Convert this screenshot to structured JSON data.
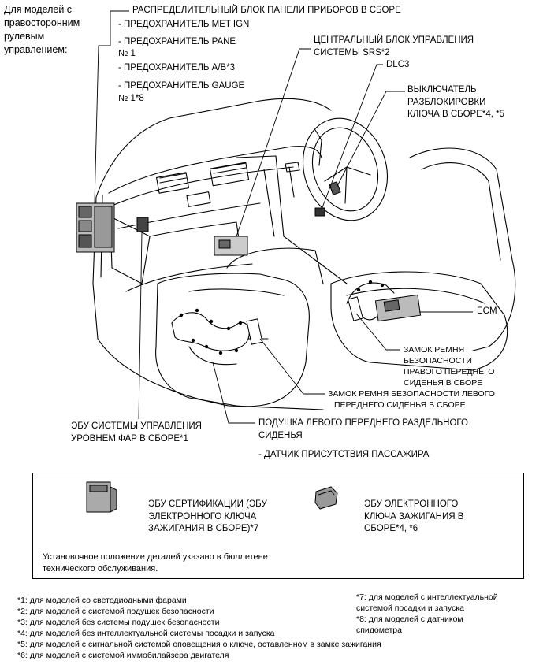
{
  "labels": {
    "rhd_models": [
      "Для моделей с",
      "правосторонним",
      "рулевым",
      "управлением:"
    ],
    "instrument_panel_jb": "РАСПРЕДЕЛИТЕЛЬНЫЙ БЛОК ПАНЕЛИ ПРИБОРОВ В СБОРЕ",
    "fuse_met_ign": "- ПРЕДОХРАНИТЕЛЬ MET IGN",
    "fuse_pane": [
      "- ПРЕДОХРАНИТЕЛЬ PANE",
      "№ 1"
    ],
    "fuse_ab": "- ПРЕДОХРАНИТЕЛЬ A/B*3",
    "fuse_gauge": [
      "- ПРЕДОХРАНИТЕЛЬ GAUGE",
      "№ 1*8"
    ],
    "srs_center": [
      "ЦЕНТРАЛЬНЫЙ БЛОК УПРАВЛЕНИЯ",
      "СИСТЕМЫ SRS*2"
    ],
    "dlc3": "DLC3",
    "unlock_switch": [
      "ВЫКЛЮЧАТЕЛЬ",
      "РАЗБЛОКИРОВКИ",
      "КЛЮЧА В СБОРЕ*4, *5"
    ],
    "ecm": "ECM",
    "rh_buckle": [
      "ЗАМОК РЕМНЯ",
      "БЕЗОПАСНОСТИ",
      "ПРАВОГО ПЕРЕДНЕГО",
      "СИДЕНЬЯ В СБОРЕ"
    ],
    "lh_buckle": [
      "ЗАМОК РЕМНЯ БЕЗОПАСНОСТИ ЛЕВОГО",
      "ПЕРЕДНЕГО СИДЕНЬЯ В СБОРЕ"
    ],
    "headlamp_ecu": [
      "ЭБУ СИСТЕМЫ УПРАВЛЕНИЯ",
      "УРОВНЕМ ФАР В СБОРЕ*1"
    ],
    "separate_cushion": [
      "ПОДУШКА ЛЕВОГО ПЕРЕДНЕГО РАЗДЕЛЬНОГО",
      "СИДЕНЬЯ"
    ],
    "occupant_sensor": "- ДАТЧИК ПРИСУТСТВИЯ ПАССАЖИРА"
  },
  "box": {
    "cert_ecu": [
      "ЭБУ СЕРТИФИКАЦИИ (ЭБУ",
      "ЭЛЕКТРОННОГО КЛЮЧА",
      "ЗАЖИГАНИЯ В СБОРЕ)*7"
    ],
    "ignition_key_ecu": [
      "ЭБУ ЭЛЕКТРОННОГО",
      "КЛЮЧА ЗАЖИГАНИЯ В",
      "СБОРЕ*4, *6"
    ],
    "note": [
      "Установочное положение деталей указано в бюллетене",
      "технического обслуживания."
    ]
  },
  "footnotes": {
    "left": [
      "*1: для моделей со светодиодными фарами",
      "*2: для моделей с системой подушек безопасности",
      "*3: для моделей без системы подушек безопасности",
      "*4: для моделей без интеллектуальной системы посадки и запуска",
      "*5: для моделей с сигнальной системой оповещения о ключе, оставленном в замке зажигания",
      "*6: для моделей с системой иммобилайзера двигателя"
    ],
    "right": [
      "*7: для моделей с интеллектуальной",
      "системой посадки и запуска",
      "*8: для моделей с датчиком",
      "спидометра"
    ]
  }
}
